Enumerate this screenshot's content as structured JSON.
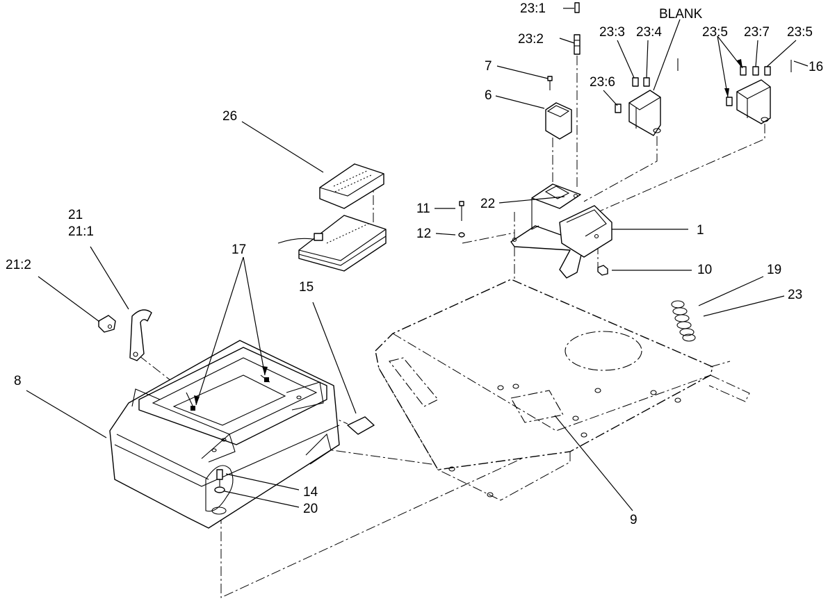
{
  "labels": {
    "p1": "1",
    "p6": "6",
    "p7": "7",
    "p8": "8",
    "p9": "9",
    "p10": "10",
    "p11": "11",
    "p12": "12",
    "p14": "14",
    "p15": "15",
    "p16": "16",
    "p17": "17",
    "p19": "19",
    "p20": "20",
    "p21": "21",
    "p21_1": "21:1",
    "p21_2": "21:2",
    "p22": "22",
    "p23": "23",
    "p23_1": "23:1",
    "p23_2": "23:2",
    "p23_3": "23:3",
    "p23_4": "23:4",
    "p23_5a": "23:5",
    "p23_5b": "23:5",
    "p23_6": "23:6",
    "p23_7": "23:7",
    "p26": "26",
    "blank": "BLANK"
  }
}
